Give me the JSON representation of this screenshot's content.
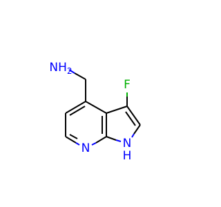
{
  "molecule": {
    "atoms": {
      "amine_n": {
        "label": "NH",
        "subscript": "2"
      },
      "fluorine": {
        "label": "F"
      },
      "pyridine_n": {
        "label": "N"
      },
      "pyrrole_nh": {
        "label": "N",
        "h_label": "H"
      }
    },
    "colors": {
      "nitrogen": "#0000ff",
      "fluorine": "#00b000",
      "carbon_bond": "#000000"
    }
  }
}
